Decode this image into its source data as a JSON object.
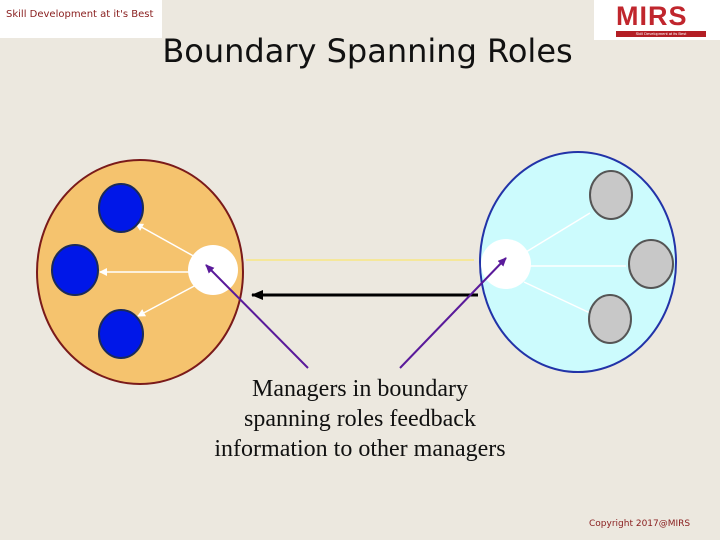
{
  "header": {
    "tagline": "Skill Development at it's Best",
    "logo_text": "MIRS",
    "logo_subtext": "Skill Development at its Best"
  },
  "title": "Boundary Spanning Roles",
  "caption": {
    "lines": [
      "Managers in boundary",
      "spanning roles feedback",
      "information to other managers"
    ]
  },
  "footer": {
    "copyright": "Copyright 2017@MIRS"
  },
  "colors": {
    "left_org_fill": "#f5c36e",
    "left_org_border": "#7a1a1a",
    "right_org_fill": "#ccfbfd",
    "right_org_border": "#2233a8",
    "left_members_fill": "#0017e8",
    "right_members_fill": "#c8c8c8",
    "top_link_color": "#f5e79a",
    "bottom_link_color": "#000000",
    "pointer_color": "#5a1a9a"
  }
}
